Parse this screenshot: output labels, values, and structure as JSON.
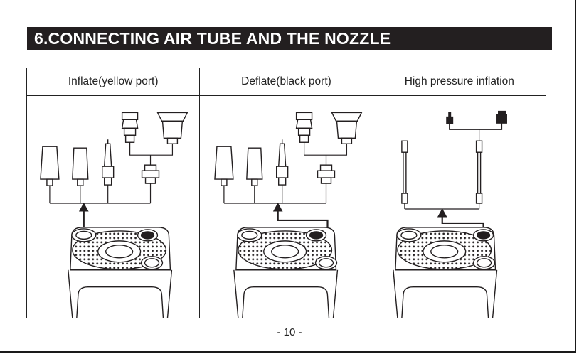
{
  "document": {
    "section_title": "6.CONNECTING AIR TUBE AND THE NOZZLE",
    "panels": [
      {
        "label": "Inflate(yellow port)"
      },
      {
        "label": "Deflate(black port)"
      },
      {
        "label": "High pressure inflation"
      }
    ],
    "page_number": "- 10 -"
  },
  "colors": {
    "title_bar": "#231f20",
    "line_art": "#231f20"
  }
}
